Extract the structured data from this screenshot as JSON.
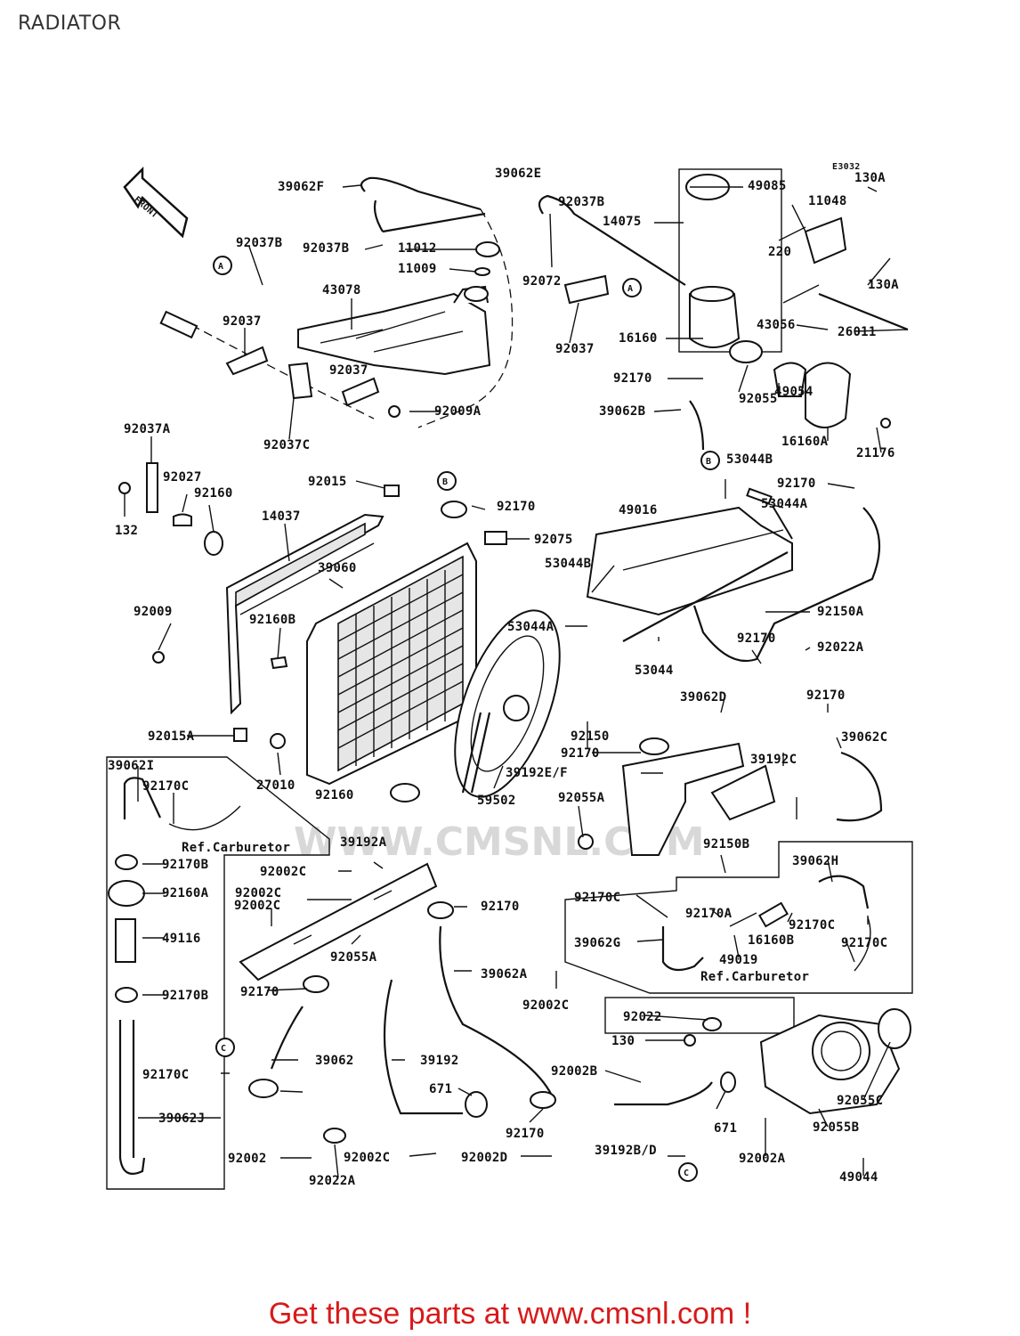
{
  "page": {
    "title": "RADIATOR"
  },
  "diagram_code": "E3032",
  "front_label": "FRONT",
  "watermark": "WWW.CMSNL.COM",
  "footer": {
    "cta": "Get these parts at www.cmsnl.com !"
  },
  "reference_labels": [
    "A",
    "A",
    "B",
    "B",
    "C",
    "C"
  ],
  "notes": [
    "Ref.Carburetor",
    "Ref.Carburetor"
  ],
  "part_labels": [
    "39062F",
    "39062E",
    "92037B",
    "14075",
    "49085",
    "11048",
    "130A",
    "92037B",
    "92037B",
    "11012",
    "11009",
    "92072",
    "220",
    "130A",
    "43078",
    "92037",
    "92037",
    "16160",
    "43056",
    "26011",
    "92037",
    "92170",
    "92055",
    "49054",
    "39062B",
    "16160A",
    "21176",
    "92009A",
    "92037C",
    "53044B",
    "92170",
    "92037A",
    "92027",
    "92015",
    "92170",
    "92160",
    "14037",
    "92075",
    "49016",
    "53044A",
    "132",
    "53044B",
    "39060",
    "92009",
    "92160B",
    "53044A",
    "92150A",
    "92170",
    "92022A",
    "53044",
    "92170",
    "39062D",
    "92015A",
    "92150",
    "92170",
    "39062C",
    "39192E/F",
    "39192C",
    "27010",
    "92160",
    "59502",
    "92055A",
    "92002C",
    "39062I",
    "92170C",
    "92170B",
    "92160A",
    "49116",
    "92170B",
    "39192A",
    "92002C",
    "92002C",
    "92170",
    "92055A",
    "92170",
    "39062A",
    "92002C",
    "39062",
    "39192",
    "671",
    "92170",
    "92002",
    "92022A",
    "92002C",
    "92002D",
    "92150B",
    "39062H",
    "92170C",
    "92170A",
    "16160B",
    "92170C",
    "39062G",
    "49019",
    "92170C",
    "92022",
    "130",
    "92002B",
    "39192B/D",
    "671",
    "92002A",
    "92055C",
    "92055B",
    "49044",
    "92170C",
    "39062J"
  ]
}
